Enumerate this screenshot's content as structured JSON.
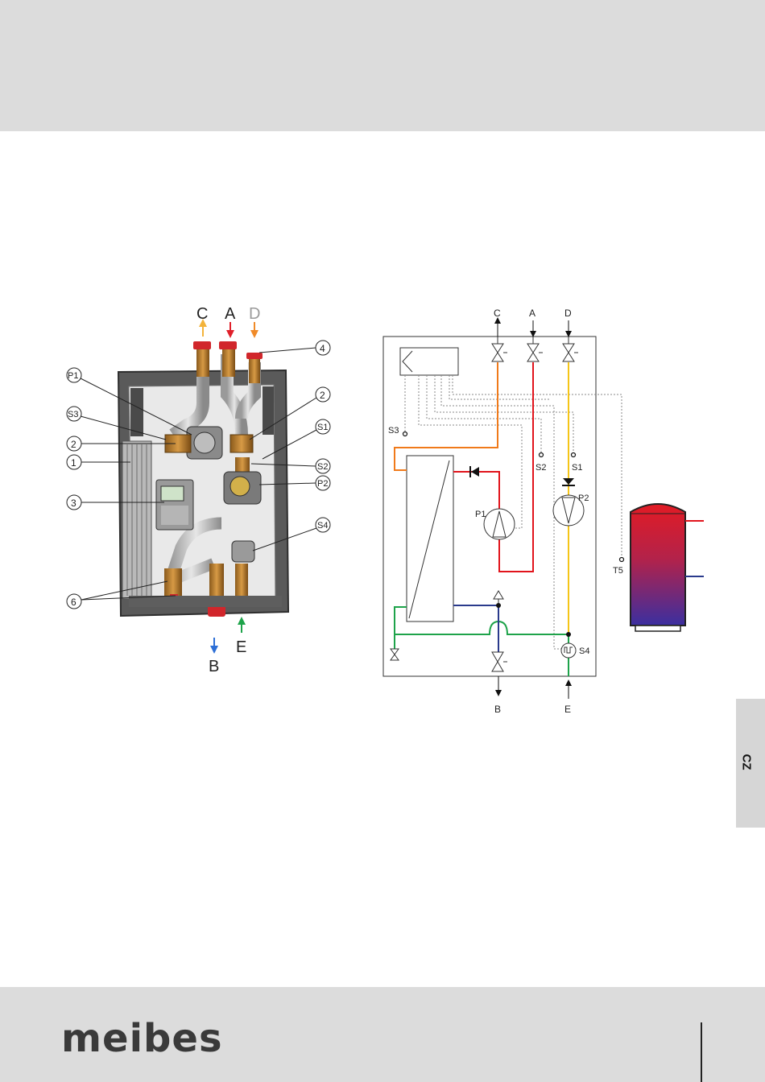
{
  "language_tab": "CZ",
  "logo_text": "meibes",
  "photo": {
    "ports_top": [
      "C",
      "A",
      "D"
    ],
    "ports_bottom": [
      "B",
      "E"
    ],
    "callouts": [
      "4",
      "P1",
      "2",
      "S3",
      "S1",
      "2",
      "1",
      "S2",
      "P2",
      "3",
      "S4",
      "6"
    ]
  },
  "schematic": {
    "ports_top": [
      "C",
      "A",
      "D"
    ],
    "ports_bottom": [
      "B",
      "E"
    ],
    "sensors": [
      "S3",
      "S2",
      "S1",
      "S4",
      "T5"
    ],
    "pumps": [
      "P1",
      "P2"
    ]
  },
  "colors": {
    "hot": "#e1141c",
    "return": "#f07a1a",
    "yellow": "#f5c518",
    "green": "#1ea34a",
    "navy": "#2a3a8c",
    "arrow_blue": "#2d6fd6",
    "arrow_green": "#1ea34a",
    "arrow_red": "#e0202a",
    "arrow_orange": "#f08a28",
    "arrow_yellow": "#f3b33a"
  }
}
